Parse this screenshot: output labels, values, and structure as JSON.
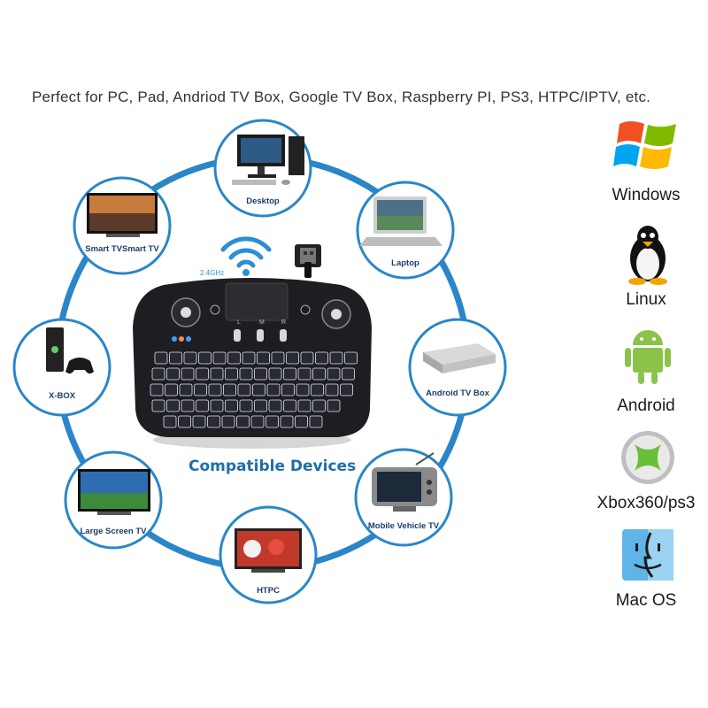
{
  "headline": "Perfect for PC, Pad, Andriod TV Box, Google TV Box, Raspberry PI, PS3, HTPC/IPTV, etc.",
  "center": {
    "title": "Compatible Devices",
    "frequency": "2.4GHz"
  },
  "devices": [
    {
      "label": "Desktop"
    },
    {
      "label": "Laptop"
    },
    {
      "label": "Android TV Box"
    },
    {
      "label": "Mobile Vehicle TV"
    },
    {
      "label": "HTPC"
    },
    {
      "label": "Large Screen TV"
    },
    {
      "label": "X-BOX"
    },
    {
      "label": "Smart TVSmart TV"
    }
  ],
  "os_list": [
    {
      "label": "Windows",
      "icon": "windows-logo-icon"
    },
    {
      "label": "Linux",
      "icon": "tux-penguin-icon"
    },
    {
      "label": "Android",
      "icon": "android-robot-icon"
    },
    {
      "label": "Xbox360/ps3",
      "icon": "xbox-logo-icon"
    },
    {
      "label": "Mac OS",
      "icon": "mac-os-face-icon"
    }
  ],
  "colors": {
    "ring": "#2a86c8",
    "bubble_border": "#2a86c8",
    "label_text": "#1b3d6b",
    "title_text": "#1e6fa8",
    "wifi": "#2a8fd6"
  }
}
